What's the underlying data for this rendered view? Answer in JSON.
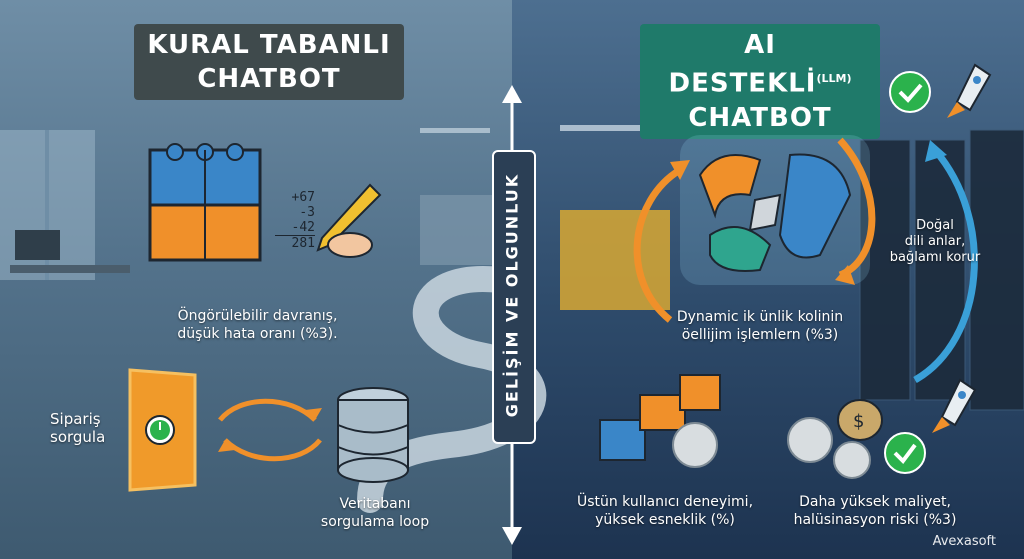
{
  "left": {
    "title_line1": "KURAL TABANLI",
    "title_line2": "CHATBOT",
    "math": [
      "+67",
      "-3",
      "-42",
      "281"
    ],
    "caption_top_line1": "Öngörülebilir davranış,",
    "caption_top_line2": "düşük hata oranı (%3).",
    "order_line1": "Sipariş",
    "order_line2": "sorgula",
    "db_line1": "Veritabanı",
    "db_line2": "sorgulama loop"
  },
  "right": {
    "title_line1": "AI DESTEKLİ",
    "title_sup": "(LLM)",
    "title_line2": "CHATBOT",
    "side_line1": "Doğal",
    "side_line2": "dili anlar,",
    "side_line3": "bağlamı korur",
    "mid_line1": "Dynamic ik ünlik kolinin",
    "mid_line2": "öellijim işlemlern (%3)",
    "bl_line1": "Üstün kullanıcı deneyimi,",
    "bl_line2": "yüksek esneklik (%)",
    "br_line1": "Daha yüksek maliyet,",
    "br_line2": "halüsinasyon riski (%3)"
  },
  "center": {
    "axis_label": "GELİŞİM VE OLGUNLUK"
  },
  "brand": "Avexasoft",
  "colors": {
    "orange": "#f0902a",
    "blue": "#3a86c8",
    "teal": "#1f7a6a",
    "green": "#2bb24c"
  }
}
